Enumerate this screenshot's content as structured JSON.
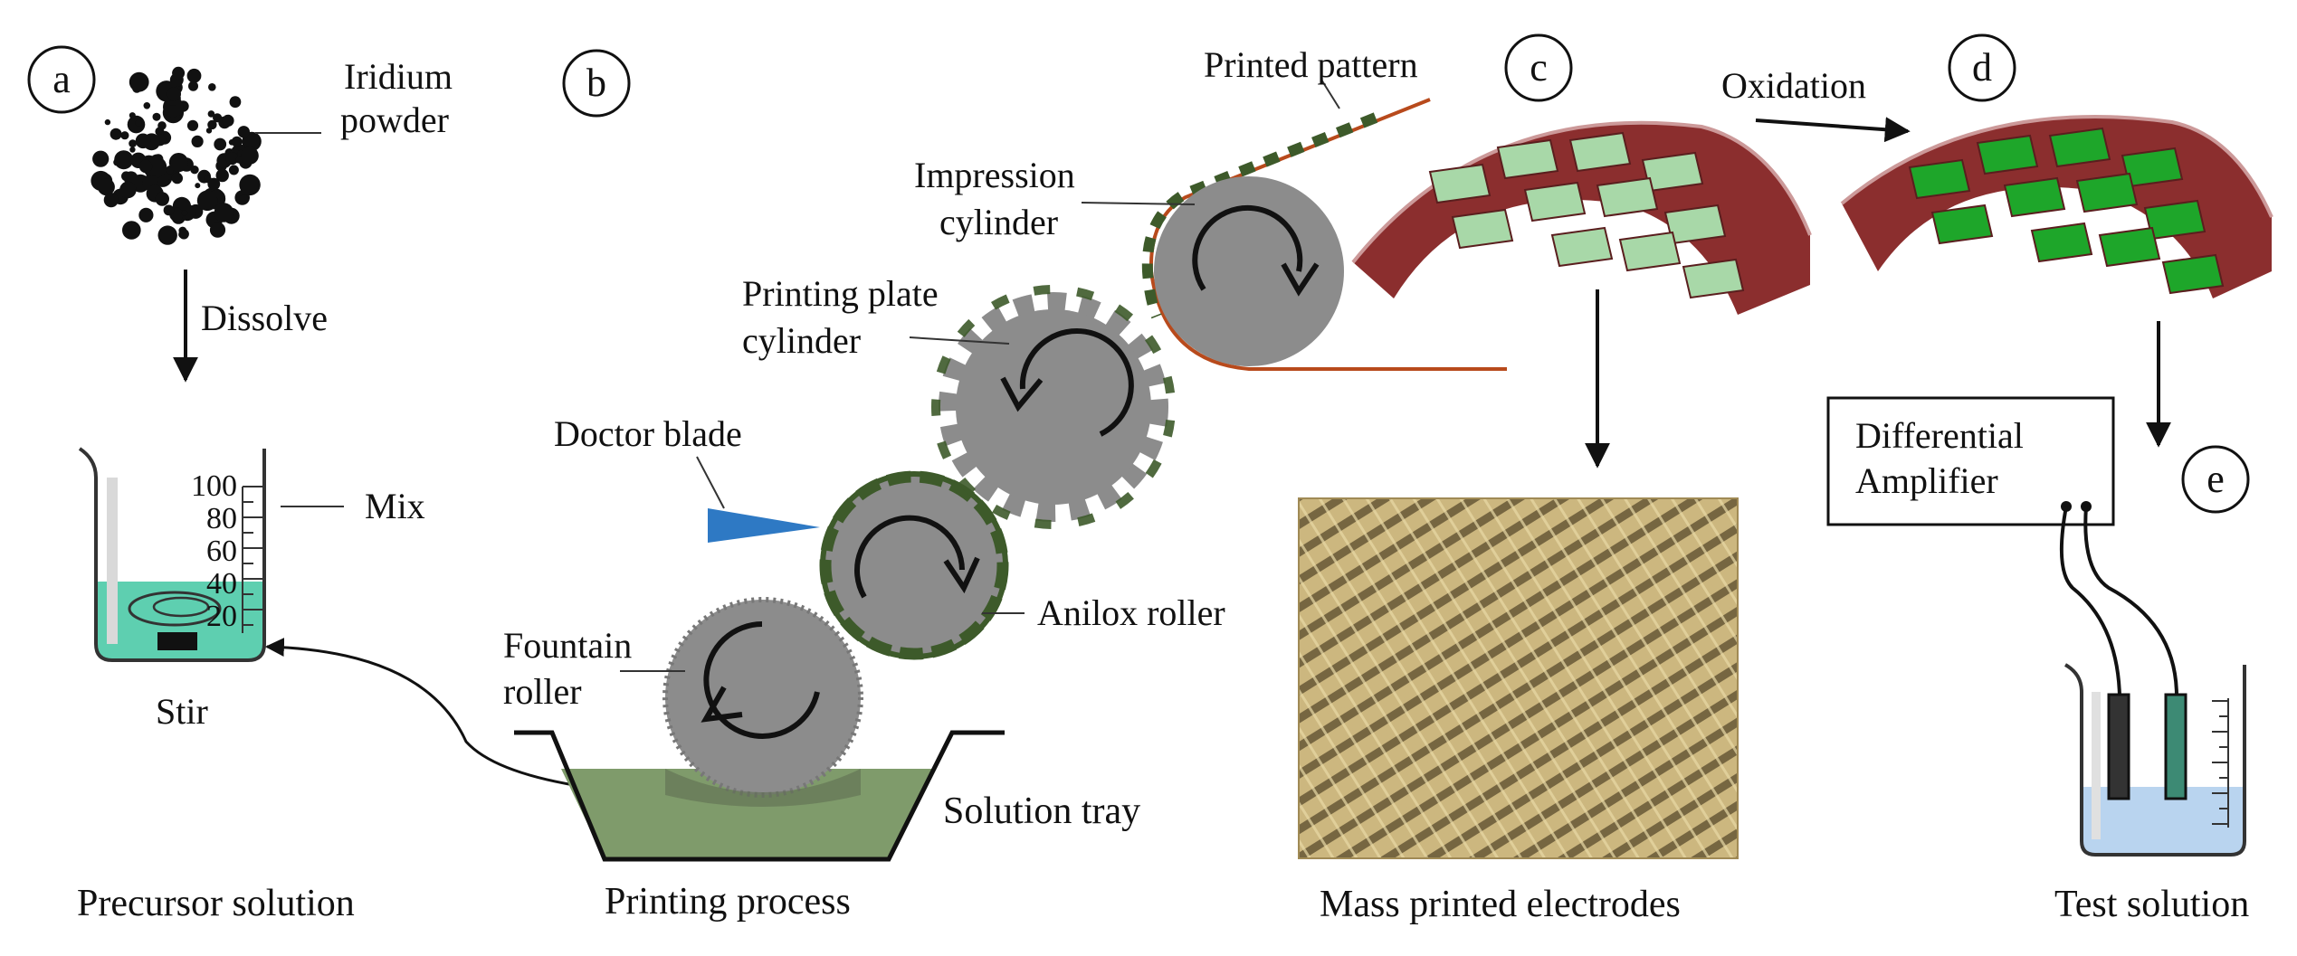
{
  "panels": {
    "a": "a",
    "b": "b",
    "c": "c",
    "d": "d",
    "e": "e"
  },
  "labels": {
    "iridium_line1": "Iridium",
    "iridium_line2": "powder",
    "dissolve": "Dissolve",
    "mix": "Mix",
    "stir": "Stir",
    "printed_pattern": "Printed pattern",
    "impression_line1": "Impression",
    "impression_line2": "cylinder",
    "plate_line1": "Printing plate",
    "plate_line2": "cylinder",
    "doctor_blade": "Doctor blade",
    "anilox_roller": "Anilox roller",
    "fountain_line1": "Fountain",
    "fountain_line2": "roller",
    "solution_tray": "Solution tray",
    "oxidation": "Oxidation",
    "amp_line1": "Differential",
    "amp_line2": "Amplifier"
  },
  "beaker_ticks": [
    "100",
    "80",
    "60",
    "40",
    "20"
  ],
  "captions": {
    "precursor": "Precursor solution",
    "printing": "Printing process",
    "mass_printed": "Mass printed electrodes",
    "test_solution": "Test solution"
  },
  "colors": {
    "solution_teal": "#5ecfb0",
    "tray_green": "#7f9b6b",
    "roller_gray": "#8c8c8c",
    "plate_green": "#3d5a2a",
    "blade_blue": "#2e79c4",
    "substrate_red": "#8b2e2e",
    "pattern_light": "#a8d8a8",
    "pattern_dark": "#1ea62a",
    "photo_gold": "#c9b27a",
    "test_water": "#b9d4ef"
  }
}
